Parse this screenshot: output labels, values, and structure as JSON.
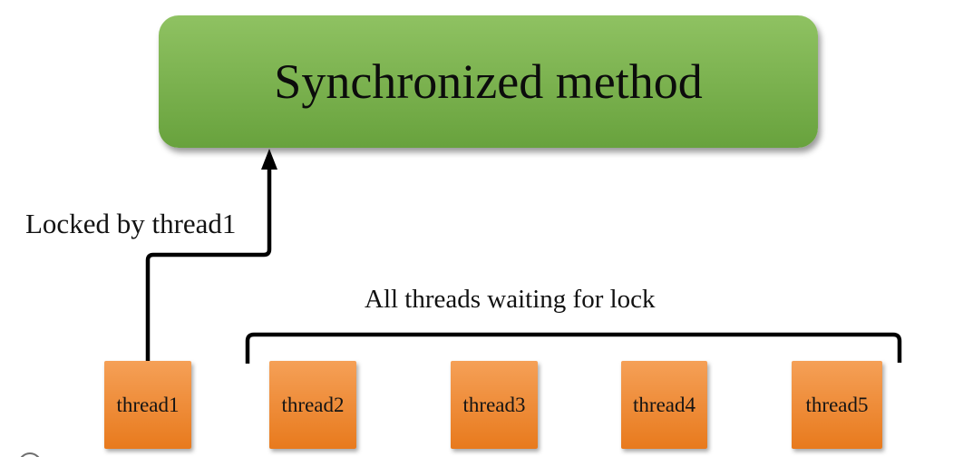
{
  "diagram": {
    "method_box": {
      "label": "Synchronized method"
    },
    "lock_arrow_label": "Locked by thread1",
    "waiting_label": "All threads waiting for lock",
    "threads": [
      {
        "label": "thread1",
        "state": "holds-lock"
      },
      {
        "label": "thread2",
        "state": "waiting"
      },
      {
        "label": "thread3",
        "state": "waiting"
      },
      {
        "label": "thread4",
        "state": "waiting"
      },
      {
        "label": "thread5",
        "state": "waiting"
      }
    ],
    "colors": {
      "method_box_top": "#8fc262",
      "method_box_bottom": "#68a23d",
      "thread_box_top": "#f5a057",
      "thread_box_bottom": "#e87a1d",
      "line": "#000000"
    }
  }
}
